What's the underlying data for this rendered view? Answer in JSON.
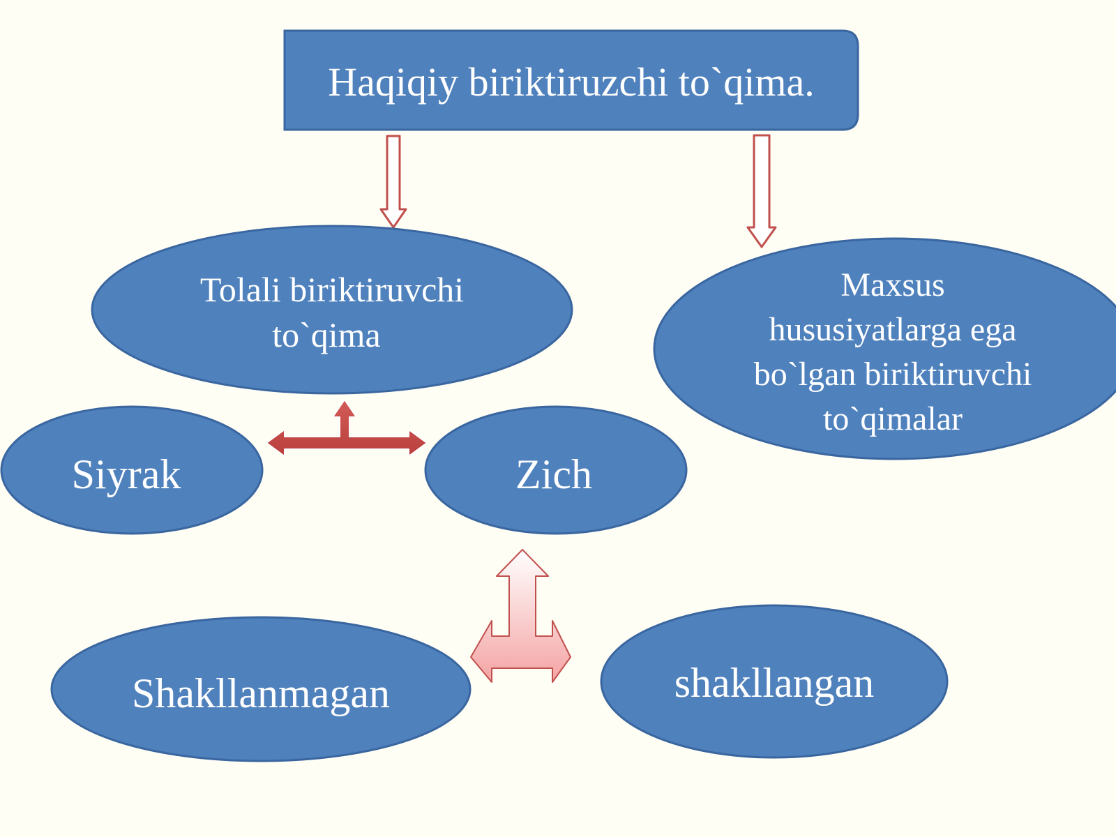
{
  "diagram": {
    "title": "Haqiqiy biriktiruzchi to`qima.",
    "nodes": {
      "fibrous": {
        "line1": "Tolali biriktiruvchi",
        "line2": "to`qima"
      },
      "special": {
        "line1": "Maxsus",
        "line2": "hususiyatlarga ega",
        "line3": "bo`lgan biriktiruvchi",
        "line4": "to`qimalar"
      },
      "loose": "Siyrak",
      "dense": "Zich",
      "unformed": "Shakllanmagan",
      "formed": "shakllangan"
    },
    "colors": {
      "background": "#fffef4",
      "node_fill": "#4f81bd",
      "node_stroke": "#3a66a0",
      "node_text": "#ffffff",
      "arrow_outline": "#c0504d",
      "arrow_dark": "#c0504d",
      "arrow_light_top": "#ffffff",
      "arrow_light_bottom": "#f4a6a6"
    }
  }
}
